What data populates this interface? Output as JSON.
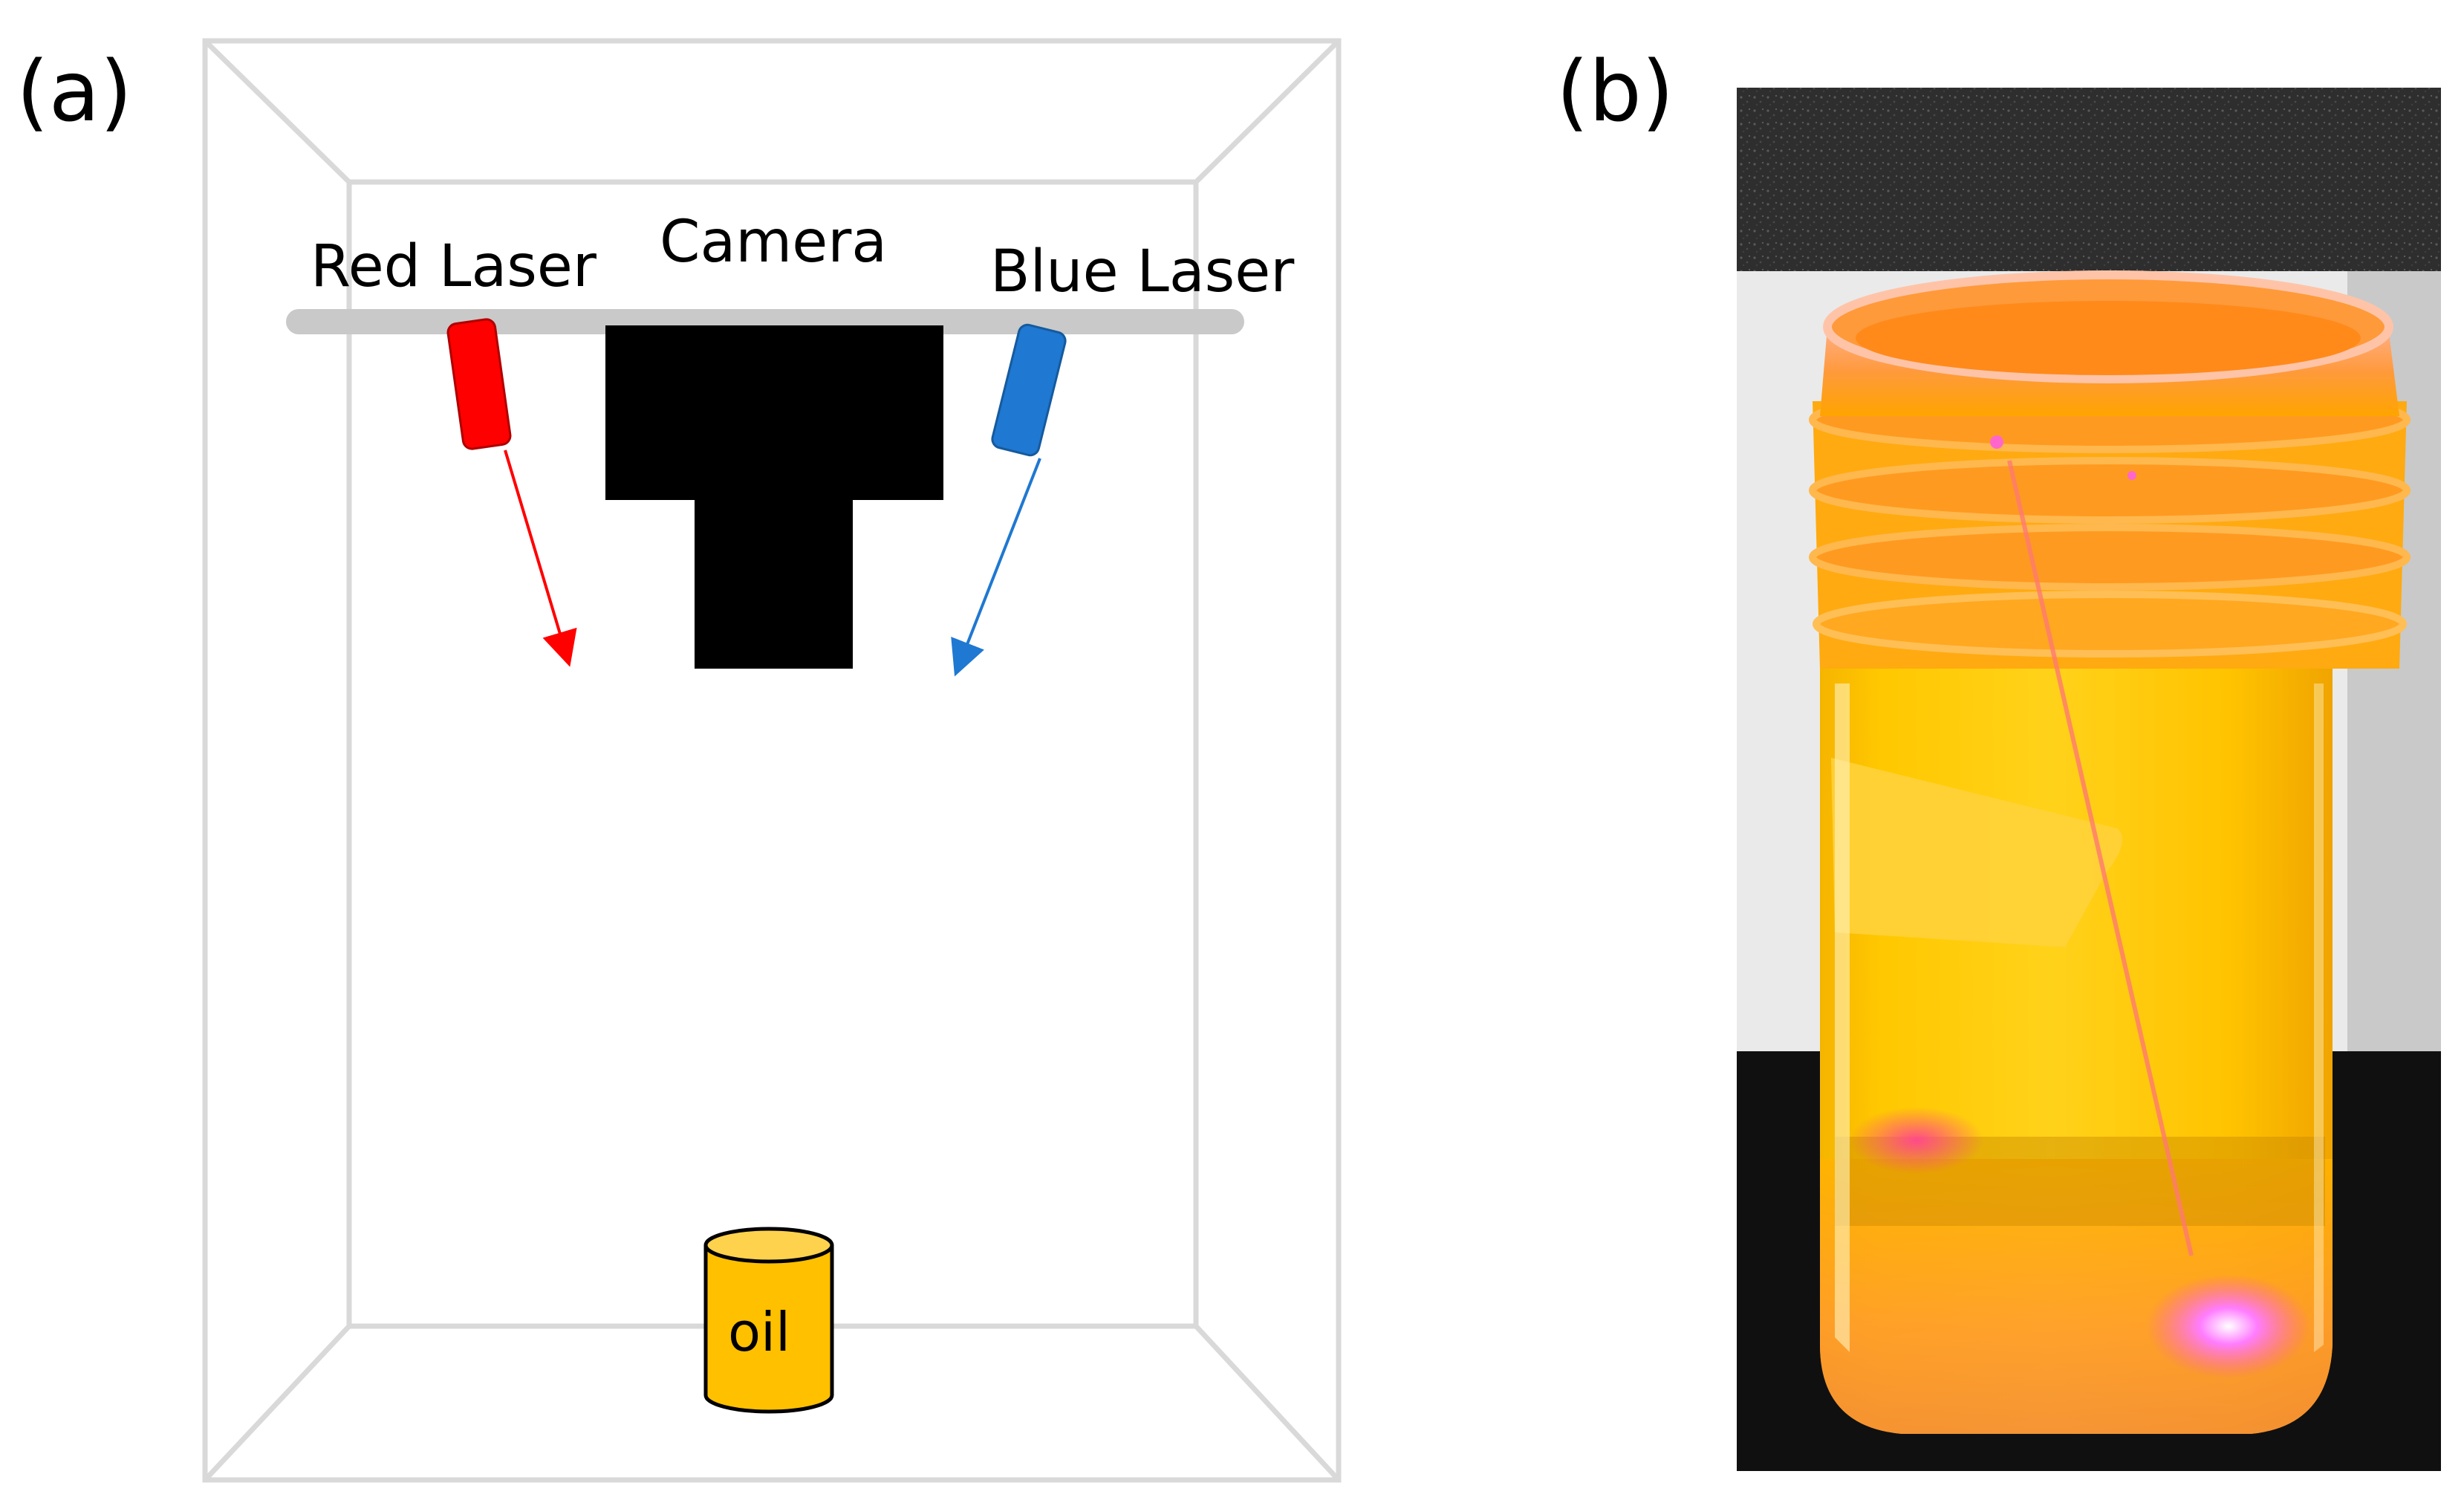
{
  "panel_a": {
    "label": "(a)",
    "red_laser_label": "Red Laser",
    "camera_label": "Camera",
    "blue_laser_label": "Blue Laser",
    "oil_label": "oil"
  },
  "panel_b": {
    "label": "(b)"
  },
  "colors": {
    "red_laser": "#ff0000",
    "blue_laser": "#1f78d1",
    "camera": "#000000",
    "mount_rail": "#c9c9c9",
    "oil_can": "#ffc000",
    "box_edges": "#d9d9d9"
  },
  "icons": {
    "camera": "camera-shape",
    "red_laser": "red-laser-pointer-icon",
    "blue_laser": "blue-laser-pointer-icon",
    "oil": "oil-can-icon"
  }
}
